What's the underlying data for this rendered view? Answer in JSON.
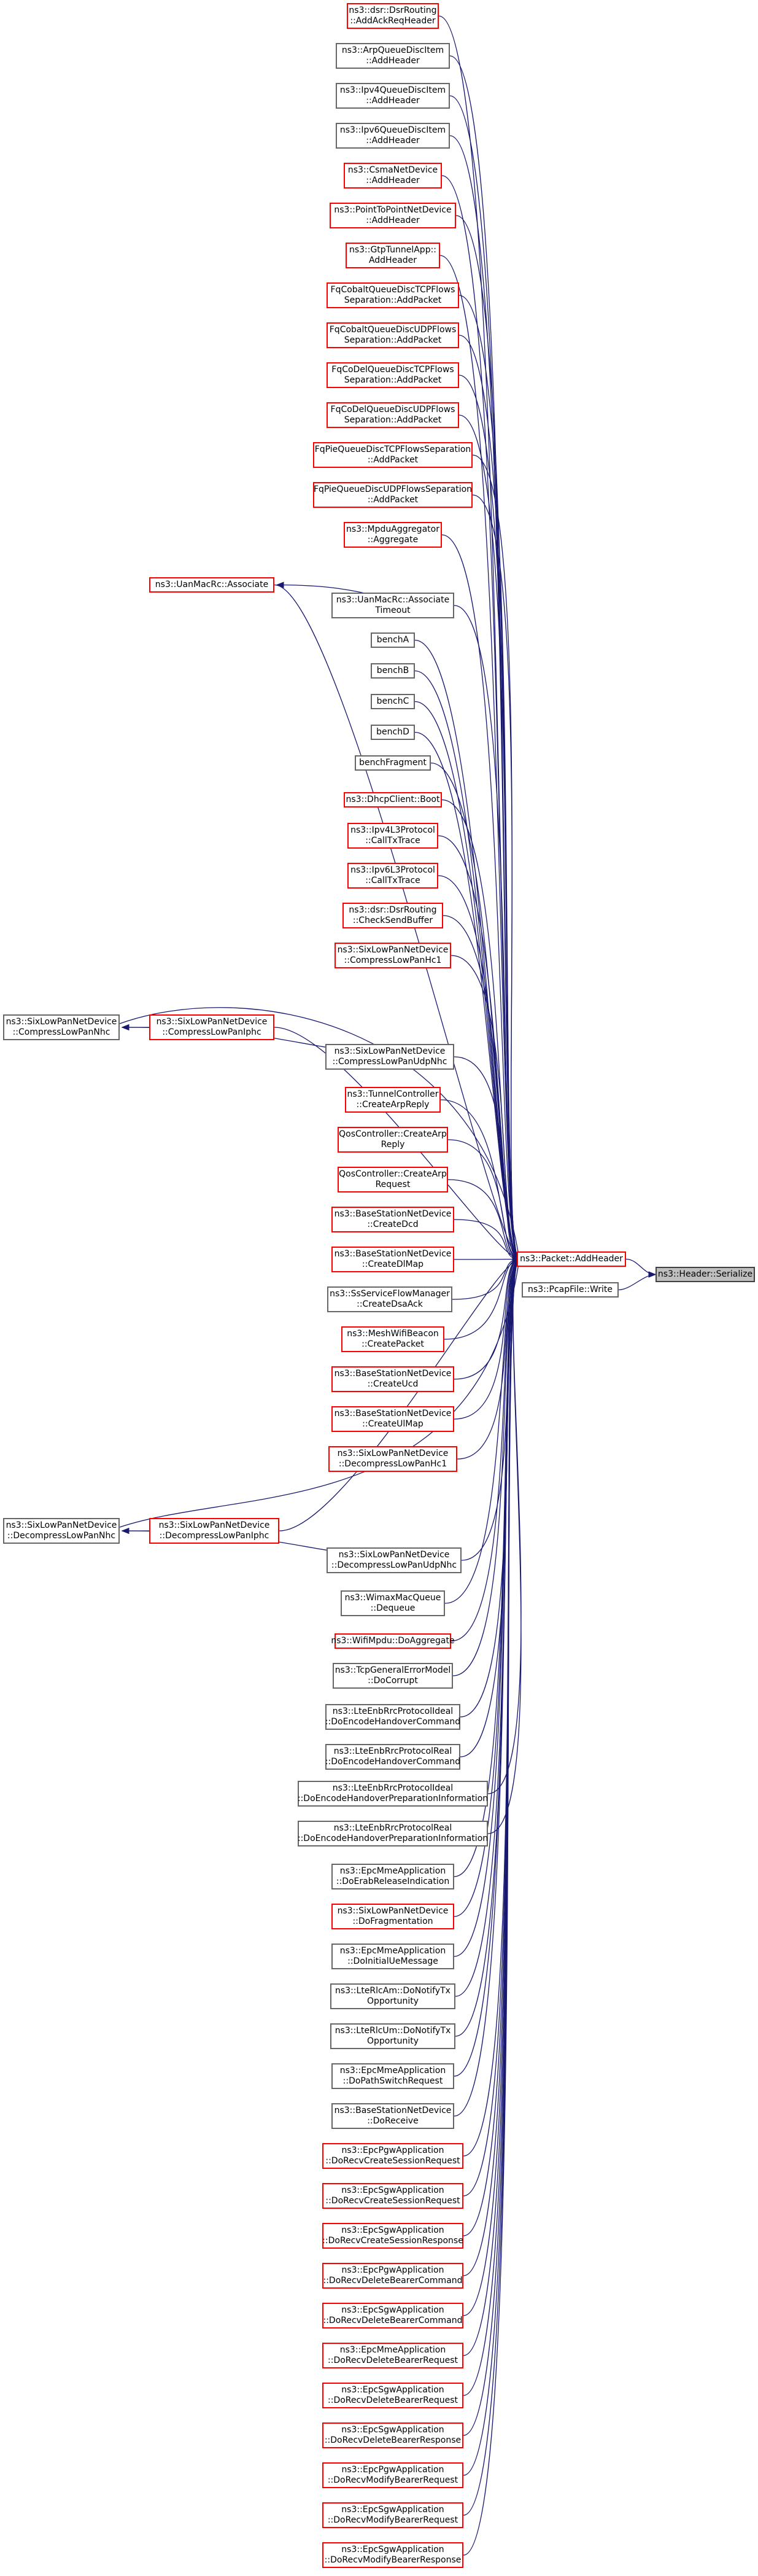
{
  "colors": {
    "edge": "#191970",
    "border_red": "#ff0000",
    "border_gray": "#666666",
    "focus_fill": "#bfbfbf"
  },
  "nodes": [
    {
      "id": "n0",
      "lines": [
        "ns3::dsr::DsrRouting",
        "::AddAckReqHeader"
      ],
      "style": "red"
    },
    {
      "id": "n1",
      "lines": [
        "ns3::ArpQueueDiscItem",
        "::AddHeader"
      ],
      "style": "gray"
    },
    {
      "id": "n2",
      "lines": [
        "ns3::Ipv4QueueDiscItem",
        "::AddHeader"
      ],
      "style": "gray"
    },
    {
      "id": "n3",
      "lines": [
        "ns3::Ipv6QueueDiscItem",
        "::AddHeader"
      ],
      "style": "gray"
    },
    {
      "id": "n4",
      "lines": [
        "ns3::CsmaNetDevice",
        "::AddHeader"
      ],
      "style": "red"
    },
    {
      "id": "n5",
      "lines": [
        "ns3::PointToPointNetDevice",
        "::AddHeader"
      ],
      "style": "red"
    },
    {
      "id": "n6",
      "lines": [
        "ns3::GtpTunnelApp::",
        "AddHeader"
      ],
      "style": "red"
    },
    {
      "id": "n7",
      "lines": [
        "FqCobaltQueueDiscTCPFlows",
        "Separation::AddPacket"
      ],
      "style": "red"
    },
    {
      "id": "n8",
      "lines": [
        "FqCobaltQueueDiscUDPFlows",
        "Separation::AddPacket"
      ],
      "style": "red"
    },
    {
      "id": "n9",
      "lines": [
        "FqCoDelQueueDiscTCPFlows",
        "Separation::AddPacket"
      ],
      "style": "red"
    },
    {
      "id": "n10",
      "lines": [
        "FqCoDelQueueDiscUDPFlows",
        "Separation::AddPacket"
      ],
      "style": "red"
    },
    {
      "id": "n11",
      "lines": [
        "FqPieQueueDiscTCPFlowsSeparation",
        "::AddPacket"
      ],
      "style": "red"
    },
    {
      "id": "n12",
      "lines": [
        "FqPieQueueDiscUDPFlowsSeparation",
        "::AddPacket"
      ],
      "style": "red"
    },
    {
      "id": "n13",
      "lines": [
        "ns3::MpduAggregator",
        "::Aggregate"
      ],
      "style": "red"
    },
    {
      "id": "n14",
      "lines": [
        "ns3::UanMacRc::Associate"
      ],
      "style": "red"
    },
    {
      "id": "n15",
      "lines": [
        "ns3::UanMacRc::Associate",
        "Timeout"
      ],
      "style": "gray"
    },
    {
      "id": "n16",
      "lines": [
        "benchA"
      ],
      "style": "gray"
    },
    {
      "id": "n17",
      "lines": [
        "benchB"
      ],
      "style": "gray"
    },
    {
      "id": "n18",
      "lines": [
        "benchC"
      ],
      "style": "gray"
    },
    {
      "id": "n19",
      "lines": [
        "benchD"
      ],
      "style": "gray"
    },
    {
      "id": "n20",
      "lines": [
        "benchFragment"
      ],
      "style": "gray"
    },
    {
      "id": "n21",
      "lines": [
        "ns3::DhcpClient::Boot"
      ],
      "style": "red"
    },
    {
      "id": "n22",
      "lines": [
        "ns3::Ipv4L3Protocol",
        "::CallTxTrace"
      ],
      "style": "red"
    },
    {
      "id": "n23",
      "lines": [
        "ns3::Ipv6L3Protocol",
        "::CallTxTrace"
      ],
      "style": "red"
    },
    {
      "id": "n24",
      "lines": [
        "ns3::dsr::DsrRouting",
        "::CheckSendBuffer"
      ],
      "style": "red"
    },
    {
      "id": "n25",
      "lines": [
        "ns3::SixLowPanNetDevice",
        "::CompressLowPanHc1"
      ],
      "style": "red"
    },
    {
      "id": "n26",
      "lines": [
        "ns3::SixLowPanNetDevice",
        "::CompressLowPanNhc"
      ],
      "style": "gray"
    },
    {
      "id": "n27",
      "lines": [
        "ns3::SixLowPanNetDevice",
        "::CompressLowPanIphc"
      ],
      "style": "red"
    },
    {
      "id": "n28",
      "lines": [
        "ns3::SixLowPanNetDevice",
        "::CompressLowPanUdpNhc"
      ],
      "style": "gray"
    },
    {
      "id": "n29",
      "lines": [
        "ns3::TunnelController",
        "::CreateArpReply"
      ],
      "style": "red"
    },
    {
      "id": "n30",
      "lines": [
        "QosController::CreateArp",
        "Reply"
      ],
      "style": "red"
    },
    {
      "id": "n31",
      "lines": [
        "QosController::CreateArp",
        "Request"
      ],
      "style": "red"
    },
    {
      "id": "n32",
      "lines": [
        "ns3::BaseStationNetDevice",
        "::CreateDcd"
      ],
      "style": "red"
    },
    {
      "id": "n33",
      "lines": [
        "ns3::BaseStationNetDevice",
        "::CreateDlMap"
      ],
      "style": "red"
    },
    {
      "id": "n34",
      "lines": [
        "ns3::SsServiceFlowManager",
        "::CreateDsaAck"
      ],
      "style": "gray"
    },
    {
      "id": "n35",
      "lines": [
        "ns3::MeshWifiBeacon",
        "::CreatePacket"
      ],
      "style": "red"
    },
    {
      "id": "n36",
      "lines": [
        "ns3::BaseStationNetDevice",
        "::CreateUcd"
      ],
      "style": "red"
    },
    {
      "id": "n37",
      "lines": [
        "ns3::BaseStationNetDevice",
        "::CreateUlMap"
      ],
      "style": "red"
    },
    {
      "id": "n38",
      "lines": [
        "ns3::SixLowPanNetDevice",
        "::DecompressLowPanHc1"
      ],
      "style": "red"
    },
    {
      "id": "n39",
      "lines": [
        "ns3::SixLowPanNetDevice",
        "::DecompressLowPanNhc"
      ],
      "style": "gray"
    },
    {
      "id": "n40",
      "lines": [
        "ns3::SixLowPanNetDevice",
        "::DecompressLowPanIphc"
      ],
      "style": "red"
    },
    {
      "id": "n41",
      "lines": [
        "ns3::SixLowPanNetDevice",
        "::DecompressLowPanUdpNhc"
      ],
      "style": "gray"
    },
    {
      "id": "n42",
      "lines": [
        "ns3::WimaxMacQueue",
        "::Dequeue"
      ],
      "style": "gray"
    },
    {
      "id": "n43",
      "lines": [
        "ns3::WifiMpdu::DoAggregate"
      ],
      "style": "red"
    },
    {
      "id": "n44",
      "lines": [
        "ns3::TcpGeneralErrorModel",
        "::DoCorrupt"
      ],
      "style": "gray"
    },
    {
      "id": "n45",
      "lines": [
        "ns3::LteEnbRrcProtocolIdeal",
        "::DoEncodeHandoverCommand"
      ],
      "style": "gray"
    },
    {
      "id": "n46",
      "lines": [
        "ns3::LteEnbRrcProtocolReal",
        "::DoEncodeHandoverCommand"
      ],
      "style": "gray"
    },
    {
      "id": "n47",
      "lines": [
        "ns3::LteEnbRrcProtocolIdeal",
        "::DoEncodeHandoverPreparationInformation"
      ],
      "style": "gray"
    },
    {
      "id": "n48",
      "lines": [
        "ns3::LteEnbRrcProtocolReal",
        "::DoEncodeHandoverPreparationInformation"
      ],
      "style": "gray"
    },
    {
      "id": "n49",
      "lines": [
        "ns3::EpcMmeApplication",
        "::DoErabReleaseIndication"
      ],
      "style": "gray"
    },
    {
      "id": "n50",
      "lines": [
        "ns3::SixLowPanNetDevice",
        "::DoFragmentation"
      ],
      "style": "red"
    },
    {
      "id": "n51",
      "lines": [
        "ns3::EpcMmeApplication",
        "::DoInitialUeMessage"
      ],
      "style": "gray"
    },
    {
      "id": "n52",
      "lines": [
        "ns3::LteRlcAm::DoNotifyTx",
        "Opportunity"
      ],
      "style": "gray"
    },
    {
      "id": "n53",
      "lines": [
        "ns3::LteRlcUm::DoNotifyTx",
        "Opportunity"
      ],
      "style": "gray"
    },
    {
      "id": "n54",
      "lines": [
        "ns3::EpcMmeApplication",
        "::DoPathSwitchRequest"
      ],
      "style": "gray"
    },
    {
      "id": "n55",
      "lines": [
        "ns3::BaseStationNetDevice",
        "::DoReceive"
      ],
      "style": "gray"
    },
    {
      "id": "n56",
      "lines": [
        "ns3::EpcPgwApplication",
        "::DoRecvCreateSessionRequest"
      ],
      "style": "red"
    },
    {
      "id": "n57",
      "lines": [
        "ns3::EpcSgwApplication",
        "::DoRecvCreateSessionRequest"
      ],
      "style": "red"
    },
    {
      "id": "n58",
      "lines": [
        "ns3::EpcSgwApplication",
        "::DoRecvCreateSessionResponse"
      ],
      "style": "red"
    },
    {
      "id": "n59",
      "lines": [
        "ns3::EpcPgwApplication",
        "::DoRecvDeleteBearerCommand"
      ],
      "style": "red"
    },
    {
      "id": "n60",
      "lines": [
        "ns3::EpcSgwApplication",
        "::DoRecvDeleteBearerCommand"
      ],
      "style": "red"
    },
    {
      "id": "n61",
      "lines": [
        "ns3::EpcMmeApplication",
        "::DoRecvDeleteBearerRequest"
      ],
      "style": "red"
    },
    {
      "id": "n62",
      "lines": [
        "ns3::EpcSgwApplication",
        "::DoRecvDeleteBearerRequest"
      ],
      "style": "red"
    },
    {
      "id": "n63",
      "lines": [
        "ns3::EpcSgwApplication",
        "::DoRecvDeleteBearerResponse"
      ],
      "style": "red"
    },
    {
      "id": "n64",
      "lines": [
        "ns3::EpcPgwApplication",
        "::DoRecvModifyBearerRequest"
      ],
      "style": "red"
    },
    {
      "id": "n65",
      "lines": [
        "ns3::EpcSgwApplication",
        "::DoRecvModifyBearerRequest"
      ],
      "style": "red"
    },
    {
      "id": "n66",
      "lines": [
        "ns3::EpcSgwApplication",
        "::DoRecvModifyBearerResponse"
      ],
      "style": "red"
    },
    {
      "id": "hub",
      "lines": [
        "ns3::Packet::AddHeader"
      ],
      "style": "red"
    },
    {
      "id": "pcap",
      "lines": [
        "ns3::PcapFile::Write"
      ],
      "style": "gray"
    },
    {
      "id": "root",
      "lines": [
        "ns3::Header::Serialize"
      ],
      "style": "focus"
    }
  ],
  "edges": [
    [
      "n26",
      "n27"
    ],
    [
      "n26",
      "n28"
    ],
    [
      "n39",
      "n40"
    ],
    [
      "n39",
      "n41"
    ],
    [
      "n14",
      "n15"
    ],
    [
      "hub",
      "root"
    ],
    [
      "pcap",
      "root"
    ]
  ]
}
